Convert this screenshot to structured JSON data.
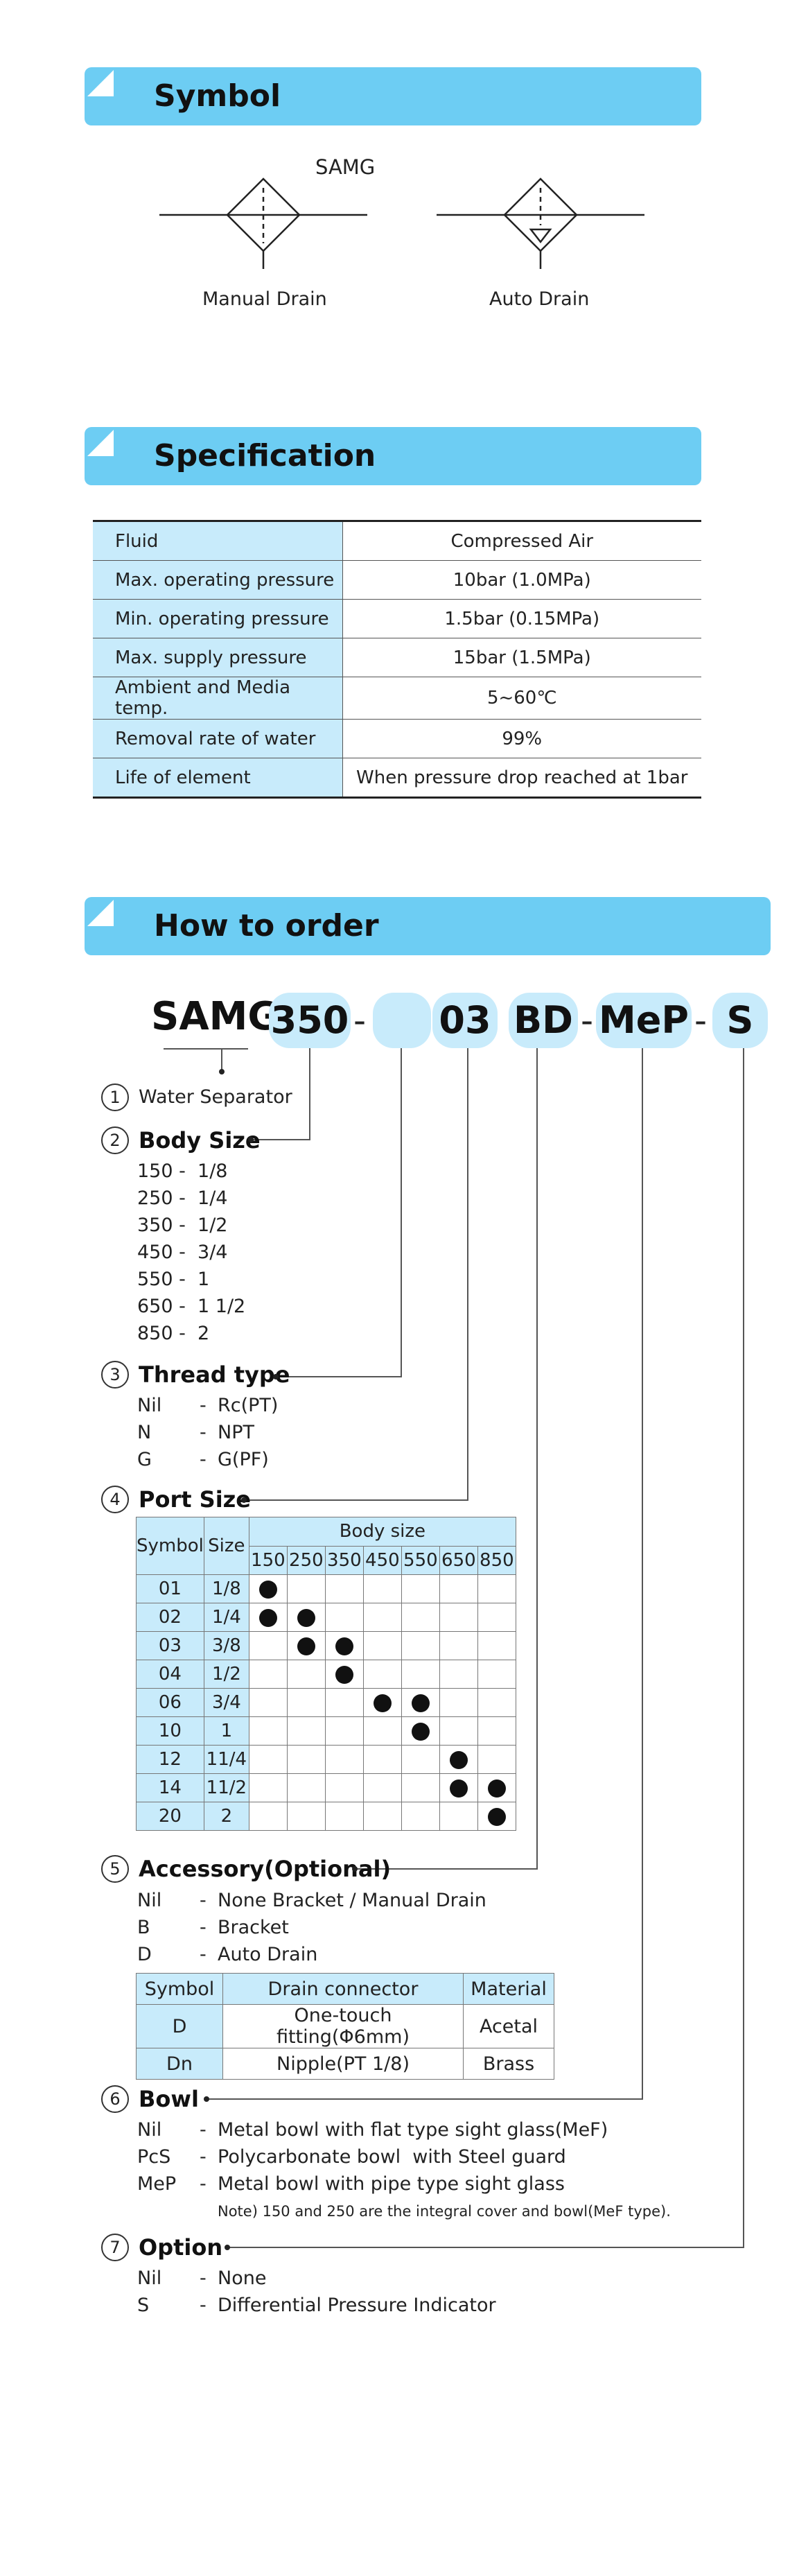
{
  "symbol": {
    "header": "Symbol",
    "model": "SAMG",
    "left_label": "Manual Drain",
    "right_label": "Auto Drain"
  },
  "specification": {
    "header": "Specification",
    "rows": [
      {
        "key": "Fluid",
        "value": "Compressed Air"
      },
      {
        "key": "Max. operating pressure",
        "value": "10bar (1.0MPa)"
      },
      {
        "key": "Min. operating pressure",
        "value": "1.5bar (0.15MPa)"
      },
      {
        "key": "Max. supply pressure",
        "value": "15bar (1.5MPa)"
      },
      {
        "key": "Ambient and Media temp.",
        "value": "5~60℃"
      },
      {
        "key": "Removal rate of water",
        "value": "99%"
      },
      {
        "key": "Life of element",
        "value": "When pressure drop reached at 1bar"
      }
    ]
  },
  "order": {
    "header": "How to order",
    "code": {
      "prefix": "SAMG",
      "size": "350",
      "thread": "",
      "port": "03",
      "accessory": "BD",
      "bowl": "MeP",
      "option": "S",
      "dash": "-"
    },
    "s1": {
      "num": "1",
      "title": "Water Separator"
    },
    "s2": {
      "num": "2",
      "title": "Body Size",
      "items": [
        "150 -  1/8",
        "250 -  1/4",
        "350 -  1/2",
        "450 -  3/4",
        "550 -  1",
        "650 -  1 1/2",
        "850 -  2"
      ]
    },
    "s3": {
      "num": "3",
      "title": "Thread type",
      "items": [
        {
          "code": "Nil",
          "dash": "-",
          "desc": "Rc(PT)"
        },
        {
          "code": "N",
          "dash": "-",
          "desc": "NPT"
        },
        {
          "code": "G",
          "dash": "-",
          "desc": "G(PF)"
        }
      ]
    },
    "s4": {
      "num": "4",
      "title": "Port Size",
      "table": {
        "h_symbol": "Symbol",
        "h_size": "Size",
        "h_body": "Body size",
        "body_sizes": [
          "150",
          "250",
          "350",
          "450",
          "550",
          "650",
          "850"
        ],
        "rows": [
          {
            "symbol": "01",
            "size": "1/8",
            "marks": [
              1,
              0,
              0,
              0,
              0,
              0,
              0
            ]
          },
          {
            "symbol": "02",
            "size": "1/4",
            "marks": [
              1,
              1,
              0,
              0,
              0,
              0,
              0
            ]
          },
          {
            "symbol": "03",
            "size": "3/8",
            "marks": [
              0,
              1,
              1,
              0,
              0,
              0,
              0
            ]
          },
          {
            "symbol": "04",
            "size": "1/2",
            "marks": [
              0,
              0,
              1,
              0,
              0,
              0,
              0
            ]
          },
          {
            "symbol": "06",
            "size": "3/4",
            "marks": [
              0,
              0,
              0,
              1,
              1,
              0,
              0
            ]
          },
          {
            "symbol": "10",
            "size": "1",
            "marks": [
              0,
              0,
              0,
              0,
              1,
              0,
              0
            ]
          },
          {
            "symbol": "12",
            "size": "11/4",
            "marks": [
              0,
              0,
              0,
              0,
              0,
              1,
              0
            ]
          },
          {
            "symbol": "14",
            "size": "11/2",
            "marks": [
              0,
              0,
              0,
              0,
              0,
              1,
              1
            ]
          },
          {
            "symbol": "20",
            "size": "2",
            "marks": [
              0,
              0,
              0,
              0,
              0,
              0,
              1
            ]
          }
        ]
      }
    },
    "s5": {
      "num": "5",
      "title": "Accessory(Optional)",
      "items": [
        {
          "code": "Nil",
          "dash": "-",
          "desc": "None Bracket / Manual Drain"
        },
        {
          "code": "B",
          "dash": "-",
          "desc": "Bracket"
        },
        {
          "code": "D",
          "dash": "-",
          "desc": "Auto Drain"
        }
      ],
      "table": {
        "headers": [
          "Symbol",
          "Drain connector",
          "Material"
        ],
        "rows": [
          [
            "D",
            "One-touch fitting(Φ6mm)",
            "Acetal"
          ],
          [
            "Dn",
            "Nipple(PT 1/8)",
            "Brass"
          ]
        ]
      }
    },
    "s6": {
      "num": "6",
      "title": "Bowl",
      "items": [
        {
          "code": "Nil",
          "dash": "-",
          "desc": "Metal bowl with flat type sight glass(MeF)"
        },
        {
          "code": "PcS",
          "dash": "-",
          "desc": "Polycarbonate bowl  with Steel guard"
        },
        {
          "code": "MeP",
          "dash": "-",
          "desc": "Metal bowl with pipe type sight glass"
        }
      ],
      "note": "Note) 150 and 250 are the integral cover and bowl(MeF type)."
    },
    "s7": {
      "num": "7",
      "title": "Option",
      "items": [
        {
          "code": "Nil",
          "dash": "-",
          "desc": "None"
        },
        {
          "code": "S",
          "dash": "-",
          "desc": "Differential Pressure Indicator"
        }
      ]
    }
  }
}
